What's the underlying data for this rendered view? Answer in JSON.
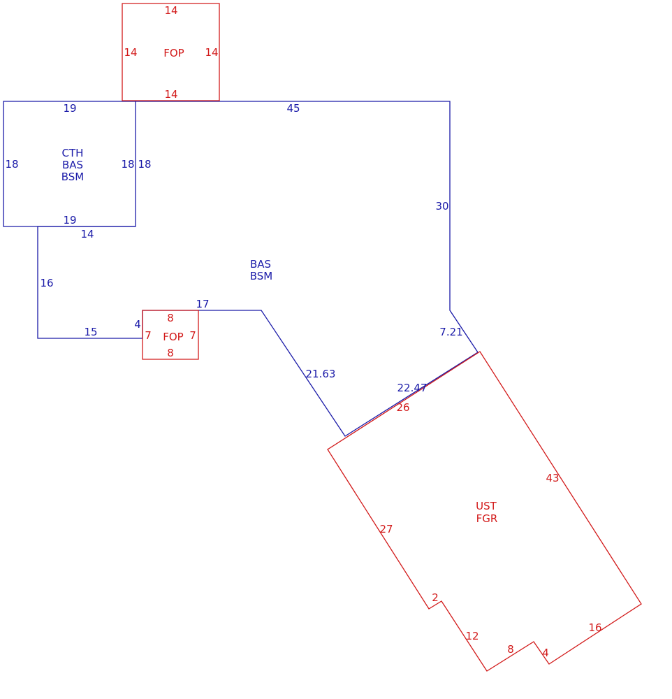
{
  "colors": {
    "blue": "#1a1aa8",
    "red": "#d21a1a",
    "background": "#ffffff"
  },
  "areas": {
    "fop_top": {
      "code": "FOP",
      "side_top": "14",
      "side_left": "14",
      "side_right": "14",
      "side_bottom": "14"
    },
    "cth": {
      "codes": [
        "CTH",
        "BAS",
        "BSM"
      ],
      "side_top": "19",
      "side_left": "18",
      "side_right": "18",
      "side_bottom": "19"
    },
    "main": {
      "codes": [
        "BAS",
        "BSM"
      ],
      "dims": [
        "45",
        "18",
        "30",
        "14",
        "16",
        "15",
        "4",
        "17",
        "21.63",
        "7.21",
        "22.47"
      ]
    },
    "fop_small": {
      "code": "FOP",
      "side_top": "8",
      "side_left": "7",
      "side_right": "7",
      "side_bottom": "8"
    },
    "garage": {
      "codes": [
        "UST",
        "FGR"
      ],
      "dims": [
        "26",
        "43",
        "27",
        "2",
        "12",
        "8",
        "4",
        "16"
      ]
    }
  }
}
